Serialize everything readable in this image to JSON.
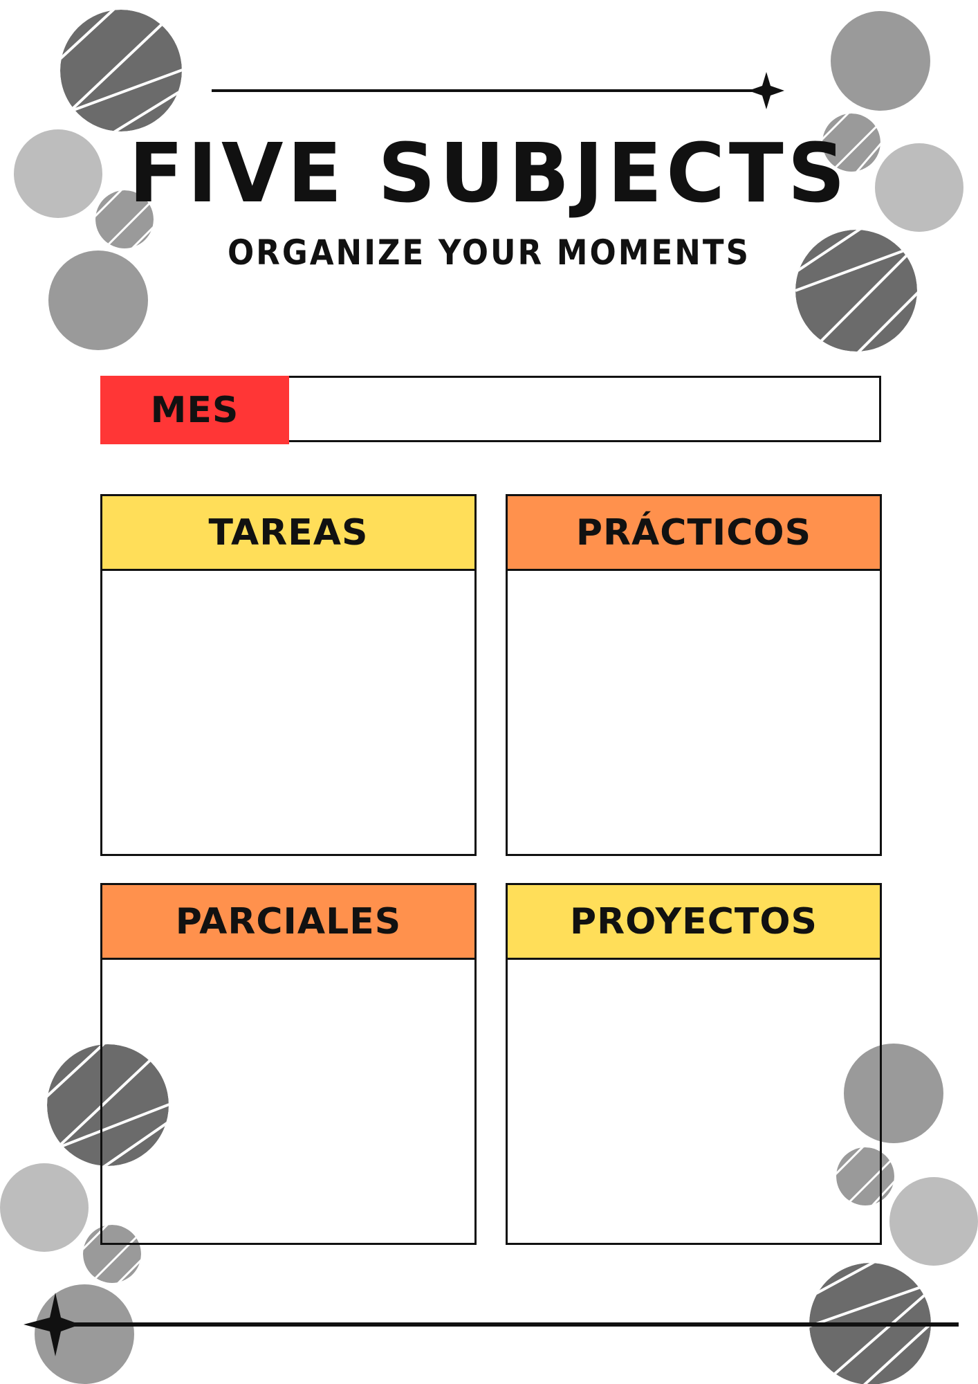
{
  "page": {
    "title": "FIVE SUBJECTS",
    "subtitle": "ORGANIZE YOUR MOMENTS"
  },
  "month": {
    "label": "MES",
    "value": ""
  },
  "subjects": [
    {
      "label": "TAREAS",
      "content": ""
    },
    {
      "label": "PRÁCTICOS",
      "content": ""
    },
    {
      "label": "PARCIALES",
      "content": ""
    },
    {
      "label": "PROYECTOS",
      "content": ""
    }
  ],
  "colors": {
    "month_label": "#ff3636",
    "yellow_header": "#ffde59",
    "orange_header": "#ff914d",
    "circle_dark": "#6b6b6b",
    "circle_mid": "#9a9a9a",
    "circle_light": "#bdbdbd",
    "ink": "#111111"
  },
  "decorations": {
    "icons": [
      "four-point-star-icon",
      "striped-circle-icon",
      "plain-circle-icon"
    ]
  }
}
